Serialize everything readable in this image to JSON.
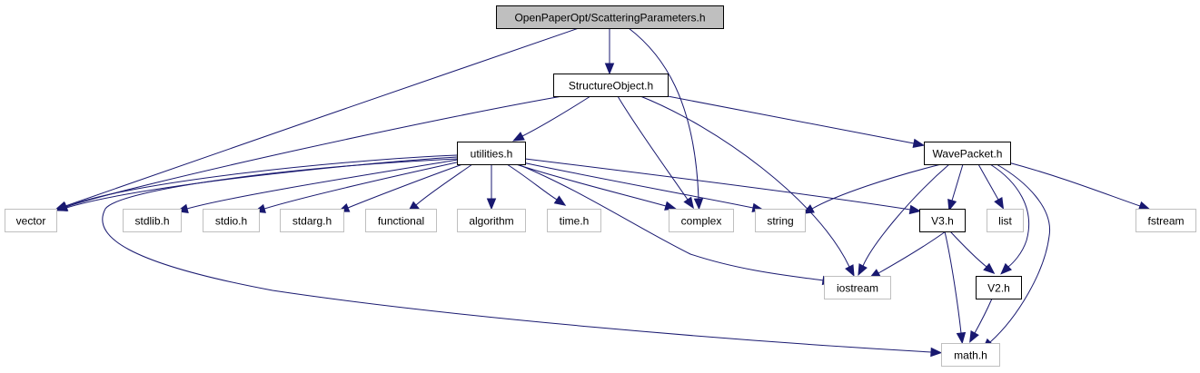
{
  "diagram": {
    "title": "OpenPaperOpt/ScatteringParameters.h",
    "type": "include-dependency-graph",
    "colors": {
      "edge": "#191970",
      "root_fill": "#bfbfbf",
      "documented_border": "#000000",
      "external_border": "#bfbfbf"
    },
    "nodes": [
      {
        "id": "root",
        "label": "OpenPaperOpt/ScatteringParameters.h",
        "kind": "root"
      },
      {
        "id": "structureobject",
        "label": "StructureObject.h",
        "kind": "documented"
      },
      {
        "id": "utilities",
        "label": "utilities.h",
        "kind": "documented"
      },
      {
        "id": "wavepacket",
        "label": "WavePacket.h",
        "kind": "documented"
      },
      {
        "id": "v3",
        "label": "V3.h",
        "kind": "documented"
      },
      {
        "id": "v2",
        "label": "V2.h",
        "kind": "documented"
      },
      {
        "id": "vector",
        "label": "vector",
        "kind": "external"
      },
      {
        "id": "stdlib",
        "label": "stdlib.h",
        "kind": "external"
      },
      {
        "id": "stdio",
        "label": "stdio.h",
        "kind": "external"
      },
      {
        "id": "stdarg",
        "label": "stdarg.h",
        "kind": "external"
      },
      {
        "id": "functional",
        "label": "functional",
        "kind": "external"
      },
      {
        "id": "algorithm",
        "label": "algorithm",
        "kind": "external"
      },
      {
        "id": "time",
        "label": "time.h",
        "kind": "external"
      },
      {
        "id": "complex",
        "label": "complex",
        "kind": "external"
      },
      {
        "id": "string",
        "label": "string",
        "kind": "external"
      },
      {
        "id": "list",
        "label": "list",
        "kind": "external"
      },
      {
        "id": "fstream",
        "label": "fstream",
        "kind": "external"
      },
      {
        "id": "iostream",
        "label": "iostream",
        "kind": "external"
      },
      {
        "id": "math",
        "label": "math.h",
        "kind": "external"
      }
    ],
    "edges": [
      {
        "from": "root",
        "to": "structureobject"
      },
      {
        "from": "root",
        "to": "vector"
      },
      {
        "from": "root",
        "to": "complex"
      },
      {
        "from": "structureobject",
        "to": "utilities"
      },
      {
        "from": "structureobject",
        "to": "vector"
      },
      {
        "from": "structureobject",
        "to": "complex"
      },
      {
        "from": "structureobject",
        "to": "iostream"
      },
      {
        "from": "structureobject",
        "to": "wavepacket"
      },
      {
        "from": "utilities",
        "to": "vector"
      },
      {
        "from": "utilities",
        "to": "stdlib"
      },
      {
        "from": "utilities",
        "to": "stdio"
      },
      {
        "from": "utilities",
        "to": "stdarg"
      },
      {
        "from": "utilities",
        "to": "functional"
      },
      {
        "from": "utilities",
        "to": "algorithm"
      },
      {
        "from": "utilities",
        "to": "time"
      },
      {
        "from": "utilities",
        "to": "complex"
      },
      {
        "from": "utilities",
        "to": "string"
      },
      {
        "from": "utilities",
        "to": "iostream"
      },
      {
        "from": "utilities",
        "to": "math"
      },
      {
        "from": "utilities",
        "to": "v3"
      },
      {
        "from": "wavepacket",
        "to": "string"
      },
      {
        "from": "wavepacket",
        "to": "iostream"
      },
      {
        "from": "wavepacket",
        "to": "v3"
      },
      {
        "from": "wavepacket",
        "to": "list"
      },
      {
        "from": "wavepacket",
        "to": "v2"
      },
      {
        "from": "wavepacket",
        "to": "math"
      },
      {
        "from": "wavepacket",
        "to": "fstream"
      },
      {
        "from": "v3",
        "to": "iostream"
      },
      {
        "from": "v3",
        "to": "v2"
      },
      {
        "from": "v3",
        "to": "math"
      },
      {
        "from": "v2",
        "to": "math"
      }
    ]
  }
}
